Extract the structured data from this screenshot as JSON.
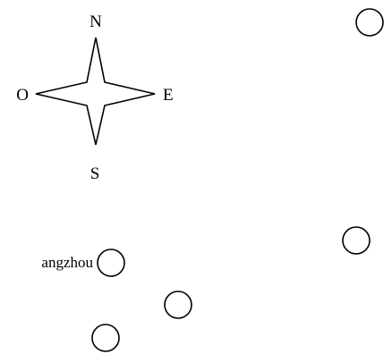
{
  "compass": {
    "north": "N",
    "east": "E",
    "south": "S",
    "west": "O"
  },
  "places": [
    {
      "name": "angzhou"
    }
  ],
  "colors": {
    "ink": "#000000",
    "background": "#ffffff"
  }
}
